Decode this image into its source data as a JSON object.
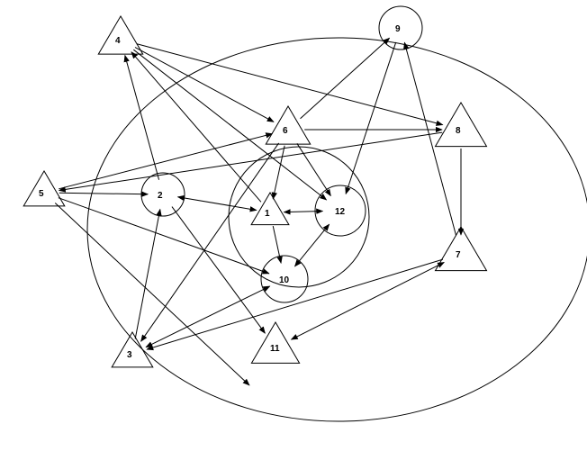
{
  "nodes": [
    {
      "id": "1",
      "label": "1",
      "shape": "triangle"
    },
    {
      "id": "2",
      "label": "2",
      "shape": "circle"
    },
    {
      "id": "3",
      "label": "3",
      "shape": "triangle"
    },
    {
      "id": "4",
      "label": "4",
      "shape": "triangle"
    },
    {
      "id": "5",
      "label": "5",
      "shape": "triangle"
    },
    {
      "id": "6",
      "label": "6",
      "shape": "triangle"
    },
    {
      "id": "7",
      "label": "7",
      "shape": "triangle"
    },
    {
      "id": "8",
      "label": "8",
      "shape": "triangle"
    },
    {
      "id": "9",
      "label": "9",
      "shape": "circle"
    },
    {
      "id": "10",
      "label": "10",
      "shape": "circle"
    },
    {
      "id": "11",
      "label": "11",
      "shape": "triangle"
    },
    {
      "id": "12",
      "label": "12",
      "shape": "circle"
    }
  ],
  "edges": [
    {
      "from": "4",
      "to": "6",
      "arrow": "end"
    },
    {
      "from": "4",
      "to": "8",
      "arrow": "end"
    },
    {
      "from": "4",
      "to": "12",
      "arrow": "end"
    },
    {
      "from": "1",
      "to": "4",
      "arrow": "end"
    },
    {
      "from": "2",
      "to": "4",
      "arrow": "end"
    },
    {
      "from": "6",
      "to": "9",
      "arrow": "end"
    },
    {
      "from": "6",
      "to": "8",
      "arrow": "end"
    },
    {
      "from": "6",
      "to": "1",
      "arrow": "end"
    },
    {
      "from": "6",
      "to": "12",
      "arrow": "end"
    },
    {
      "from": "6",
      "to": "3",
      "arrow": "end"
    },
    {
      "from": "5",
      "to": "6",
      "arrow": "end"
    },
    {
      "from": "8",
      "to": "5",
      "arrow": "end"
    },
    {
      "from": "8",
      "to": "7",
      "arrow": "end"
    },
    {
      "from": "9",
      "to": "12",
      "arrow": "end"
    },
    {
      "from": "9",
      "to": "7",
      "arrow": "start"
    },
    {
      "from": "5",
      "to": "2",
      "arrow": "end"
    },
    {
      "from": "5",
      "to": "10",
      "arrow": "end"
    },
    {
      "from": "5",
      "to": "open",
      "arrow": "end"
    },
    {
      "from": "2",
      "to": "1",
      "arrow": "both"
    },
    {
      "from": "2",
      "to": "11",
      "arrow": "end"
    },
    {
      "from": "3",
      "to": "2",
      "arrow": "end"
    },
    {
      "from": "3",
      "to": "10",
      "arrow": "both"
    },
    {
      "from": "1",
      "to": "12",
      "arrow": "both"
    },
    {
      "from": "1",
      "to": "10",
      "arrow": "end"
    },
    {
      "from": "10",
      "to": "12",
      "arrow": "both"
    },
    {
      "from": "7",
      "to": "3",
      "arrow": "end"
    },
    {
      "from": "7",
      "to": "11",
      "arrow": "both"
    }
  ],
  "regions": [
    "outer-ellipse",
    "inner-ellipse"
  ]
}
